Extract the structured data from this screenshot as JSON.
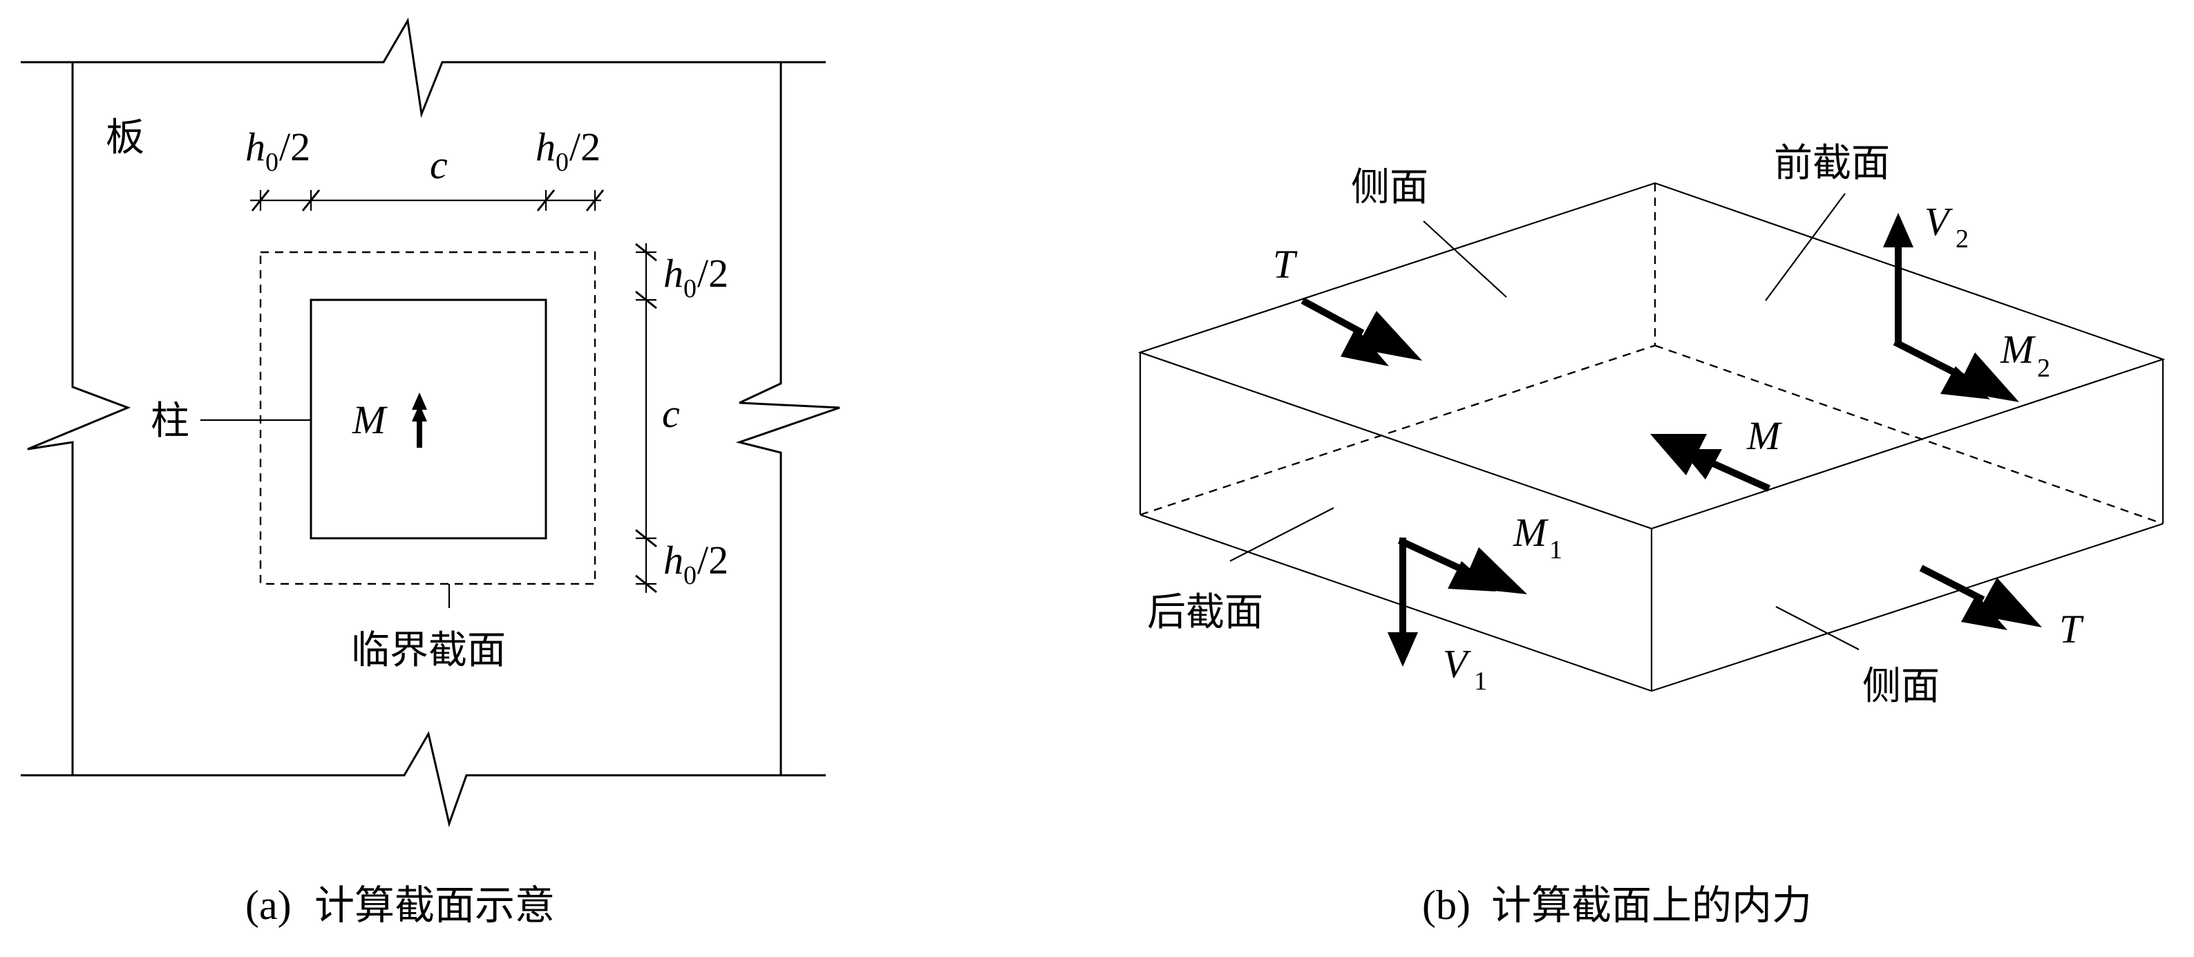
{
  "panel_a": {
    "caption_letter": "(a)",
    "caption_text": "计算截面示意",
    "slab_label": "板",
    "column_label": "柱",
    "critical_section_label": "临界截面",
    "moment_label": "M",
    "dim_h": "h",
    "dim_sub": "0",
    "dim_tail": "/2",
    "dim_c": "c"
  },
  "panel_b": {
    "caption_letter": "(b)",
    "caption_text": "计算截面上的内力",
    "side_face_label": "侧面",
    "front_section_label": "前截面",
    "back_section_label": "后截面",
    "torsion_label": "T",
    "moment_label": "M",
    "moment1_main": "M",
    "moment1_sub": "1",
    "moment2_main": "M",
    "moment2_sub": "2",
    "shear1_main": "V",
    "shear1_sub": "1",
    "shear2_main": "V",
    "shear2_sub": "2"
  }
}
